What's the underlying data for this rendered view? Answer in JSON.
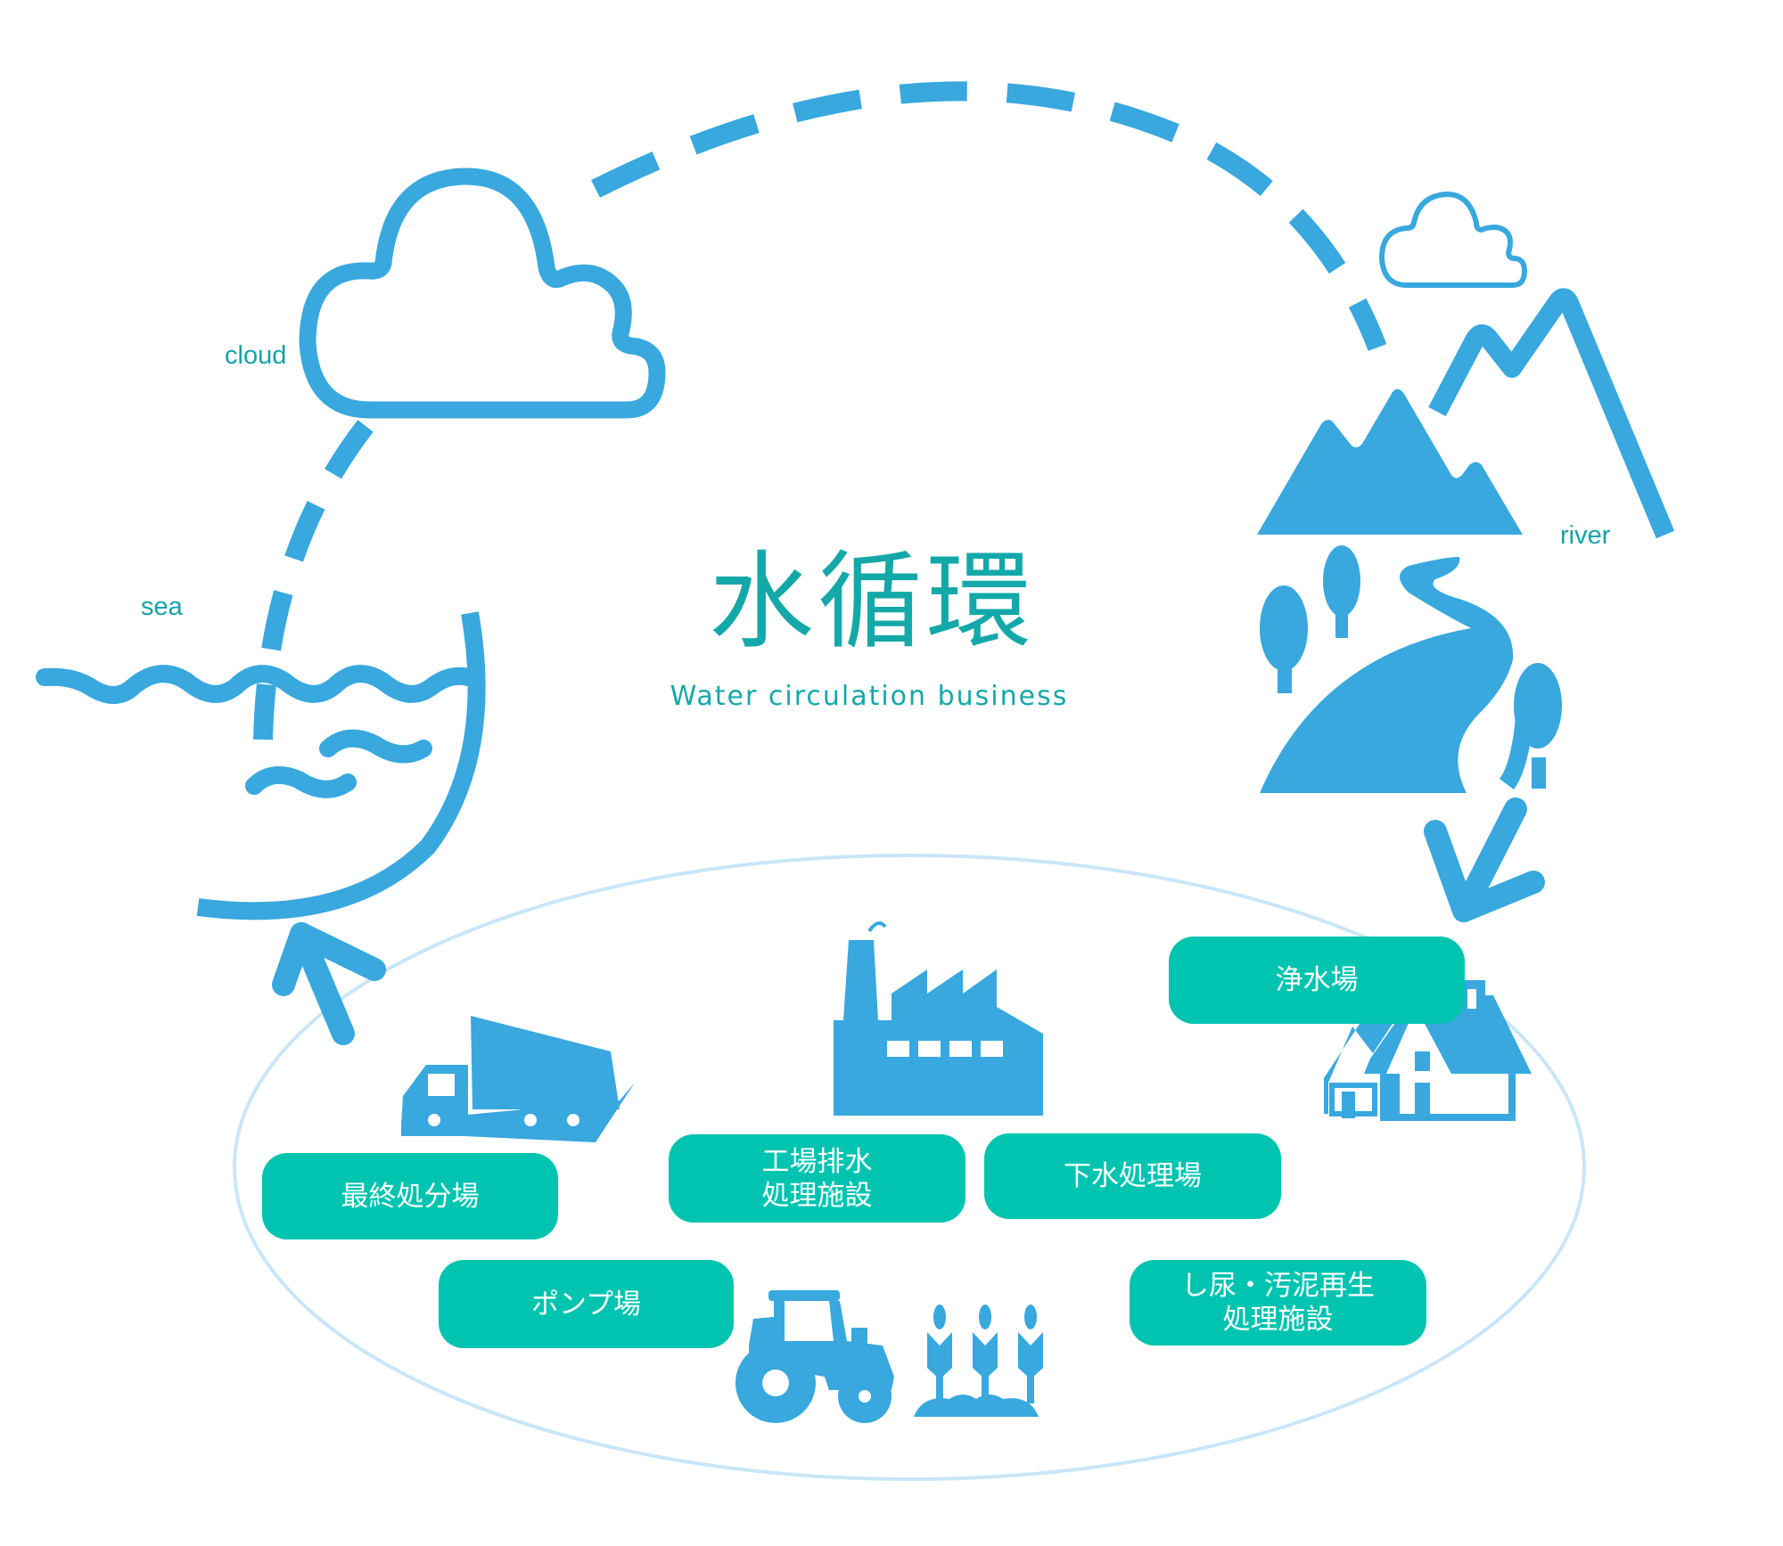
{
  "title": "水循環",
  "subtitle": "Water circulation business",
  "labels": {
    "cloud": "cloud",
    "sea": "sea",
    "river": "river"
  },
  "facilities": {
    "water_purification": "浄水場",
    "final_disposal": "最終処分場",
    "factory_wastewater_line1": "工場排水",
    "factory_wastewater_line2": "処理施設",
    "sewage_treatment": "下水処理場",
    "pump_station": "ポンプ場",
    "sludge_line1": "し尿・汚泥再生",
    "sludge_line2": "処理施設"
  },
  "colors": {
    "icon_blue": "#38A8DE",
    "facility_teal": "#00C4B0",
    "title_teal": "#14A8A8",
    "ellipse": "#C9E6F7"
  },
  "icons": [
    "cloud-icon",
    "small-cloud-icon",
    "mountain-icon",
    "river-icon",
    "tree-icon",
    "sea-wave-icon",
    "factory-icon",
    "dump-truck-icon",
    "house-icon",
    "tractor-icon",
    "crop-icon",
    "arrow-icon"
  ]
}
